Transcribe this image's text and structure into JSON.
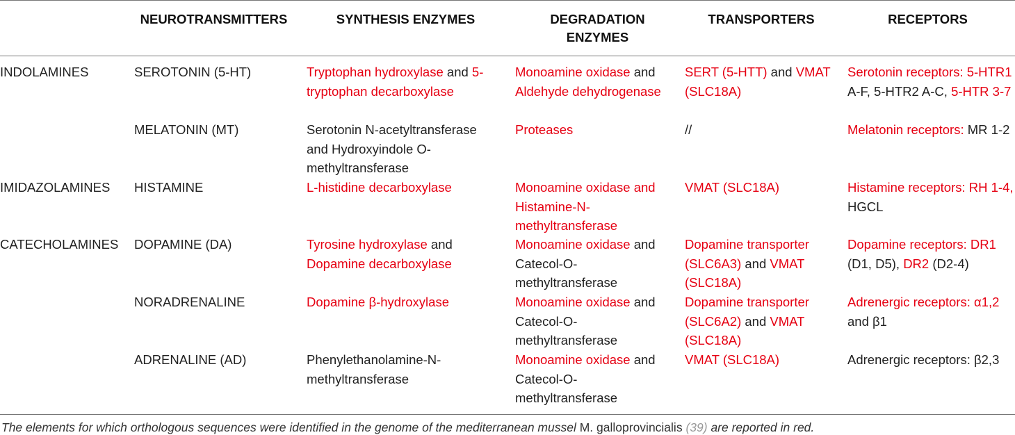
{
  "headers": [
    "NEUROTRANSMITTERS",
    "SYNTHESIS ENZYMES",
    "DEGRADATION ENZYMES",
    "TRANSPORTERS",
    "RECEPTORS"
  ],
  "rows": [
    {
      "cls": "INDOLAMINES",
      "nt": "SEROTONIN (5-HT)",
      "syn": [
        {
          "t": "Tryptophan hydroxylase",
          "r": true
        },
        {
          "t": " and ",
          "r": false
        },
        {
          "t": "5-tryptophan decarboxylase",
          "r": true
        }
      ],
      "deg": [
        {
          "t": "Monoamine oxidase",
          "r": true
        },
        {
          "t": " and ",
          "r": false
        },
        {
          "t": "Aldehyde dehydrogenase",
          "r": true
        }
      ],
      "tra": [
        {
          "t": "SERT (5-HTT)",
          "r": true
        },
        {
          "t": " and ",
          "r": false
        },
        {
          "t": "VMAT (SLC18A)",
          "r": true
        }
      ],
      "rec": [
        {
          "t": "Serotonin receptors: 5-HTR1",
          "r": true
        },
        {
          "t": " A-F, 5-HTR2 A-C, ",
          "r": false
        },
        {
          "t": "5-HTR 3-7",
          "r": true
        }
      ]
    },
    {
      "cls": "",
      "nt": "MELATONIN (MT)",
      "syn": [
        {
          "t": "Serotonin N-acetyltransferase and Hydroxyindole O-methyltransferase",
          "r": false
        }
      ],
      "deg": [
        {
          "t": "Proteases",
          "r": true
        }
      ],
      "tra": [
        {
          "t": "//",
          "r": false
        }
      ],
      "rec": [
        {
          "t": "Melatonin receptors:",
          "r": true
        },
        {
          "t": " MR 1-2",
          "r": false
        }
      ]
    },
    {
      "cls": "IMIDAZOLAMINES",
      "nt": "HISTAMINE",
      "syn": [
        {
          "t": "L-histidine decarboxylase",
          "r": true
        }
      ],
      "deg": [
        {
          "t": "Monoamine oxidase and Histamine-N-methyltransferase",
          "r": true
        }
      ],
      "tra": [
        {
          "t": "VMAT (SLC18A)",
          "r": true
        }
      ],
      "rec": [
        {
          "t": "Histamine receptors: RH 1-4,",
          "r": true
        },
        {
          "t": " HGCL",
          "r": false
        }
      ]
    },
    {
      "cls": "CATECHOLAMINES",
      "nt": "DOPAMINE (DA)",
      "syn": [
        {
          "t": "Tyrosine hydroxylase",
          "r": true
        },
        {
          "t": " and ",
          "r": false
        },
        {
          "t": "Dopamine decarboxylase",
          "r": true
        }
      ],
      "deg": [
        {
          "t": "Monoamine oxidase",
          "r": true
        },
        {
          "t": " and Catecol-O-methyltransferase",
          "r": false
        }
      ],
      "tra": [
        {
          "t": "Dopamine transporter (SLC6A3)",
          "r": true
        },
        {
          "t": " and ",
          "r": false
        },
        {
          "t": "VMAT (SLC18A)",
          "r": true
        }
      ],
      "rec": [
        {
          "t": "Dopamine receptors: DR1",
          "r": true
        },
        {
          "t": " (D1, D5), ",
          "r": false
        },
        {
          "t": "DR2",
          "r": true
        },
        {
          "t": " (D2-4)",
          "r": false
        }
      ]
    },
    {
      "cls": "",
      "nt": "NORADRENALINE",
      "syn": [
        {
          "t": "Dopamine β-hydroxylase",
          "r": true
        }
      ],
      "deg": [
        {
          "t": "Monoamine oxidase",
          "r": true
        },
        {
          "t": " and Catecol-O-methyltransferase",
          "r": false
        }
      ],
      "tra": [
        {
          "t": "Dopamine transporter (SLC6A2)",
          "r": true
        },
        {
          "t": " and ",
          "r": false
        },
        {
          "t": "VMAT (SLC18A)",
          "r": true
        }
      ],
      "rec": [
        {
          "t": "Adrenergic receptors: α1,2",
          "r": true
        },
        {
          "t": " and β1",
          "r": false
        }
      ]
    },
    {
      "cls": "",
      "nt": "ADRENALINE (AD)",
      "syn": [
        {
          "t": "Phenylethanolamine-N-methyltransferase",
          "r": false
        }
      ],
      "deg": [
        {
          "t": "Monoamine oxidase",
          "r": true
        },
        {
          "t": " and Catecol-O-methyltransferase",
          "r": false
        }
      ],
      "tra": [
        {
          "t": "VMAT (SLC18A)",
          "r": true
        }
      ],
      "rec": [
        {
          "t": "Adrenergic receptors: β2,3",
          "r": false
        }
      ]
    }
  ],
  "footnote": {
    "pre": "The elements for which orthologous sequences were identified in the genome of the mediterranean mussel ",
    "species": "M. galloprovincialis",
    "ref": "(39)",
    "post": " are reported in red."
  },
  "colors": {
    "highlight": "#e60012",
    "text": "#222222",
    "rule": "#777777"
  }
}
